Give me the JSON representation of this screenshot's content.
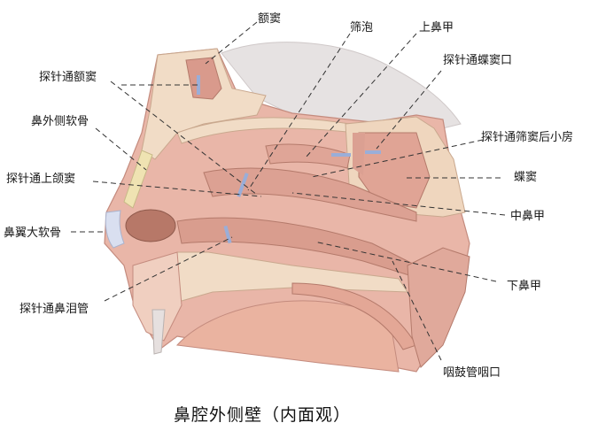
{
  "diagram": {
    "title": "鼻腔外侧壁（内面观）",
    "colors": {
      "mucosa": "#e7b4a6",
      "mucosa_dark": "#c98a7c",
      "bone": "#f1dcc6",
      "bone_spots": "#c98f6e",
      "cartilage": "#d9dff0",
      "brain": "#e4e0e0",
      "leader_line": "#333333",
      "probe": "#9aaed8"
    },
    "labels": [
      {
        "id": "frontal-sinus",
        "text": "额窦"
      },
      {
        "id": "ethmoid-bulla",
        "text": "筛泡"
      },
      {
        "id": "superior-turbinate",
        "text": "上鼻甲"
      },
      {
        "id": "probe-frontal-sinus",
        "text": "探针通额窦"
      },
      {
        "id": "probe-sphenoid-ostium",
        "text": "探针通蝶窦口"
      },
      {
        "id": "lateral-nasal-cartilage",
        "text": "鼻外侧软骨"
      },
      {
        "id": "probe-posterior-ethmoid",
        "text": "探针通筛窦后小房"
      },
      {
        "id": "probe-maxillary-sinus",
        "text": "探针通上颌窦"
      },
      {
        "id": "sphenoid-sinus",
        "text": "蝶窦"
      },
      {
        "id": "middle-turbinate",
        "text": "中鼻甲"
      },
      {
        "id": "major-alar-cartilage",
        "text": "鼻翼大软骨"
      },
      {
        "id": "inferior-turbinate",
        "text": "下鼻甲"
      },
      {
        "id": "probe-nasolacrimal-duct",
        "text": "探针通鼻泪管"
      },
      {
        "id": "pharyngeal-eustachian-opening",
        "text": "咽鼓管咽口"
      }
    ]
  }
}
